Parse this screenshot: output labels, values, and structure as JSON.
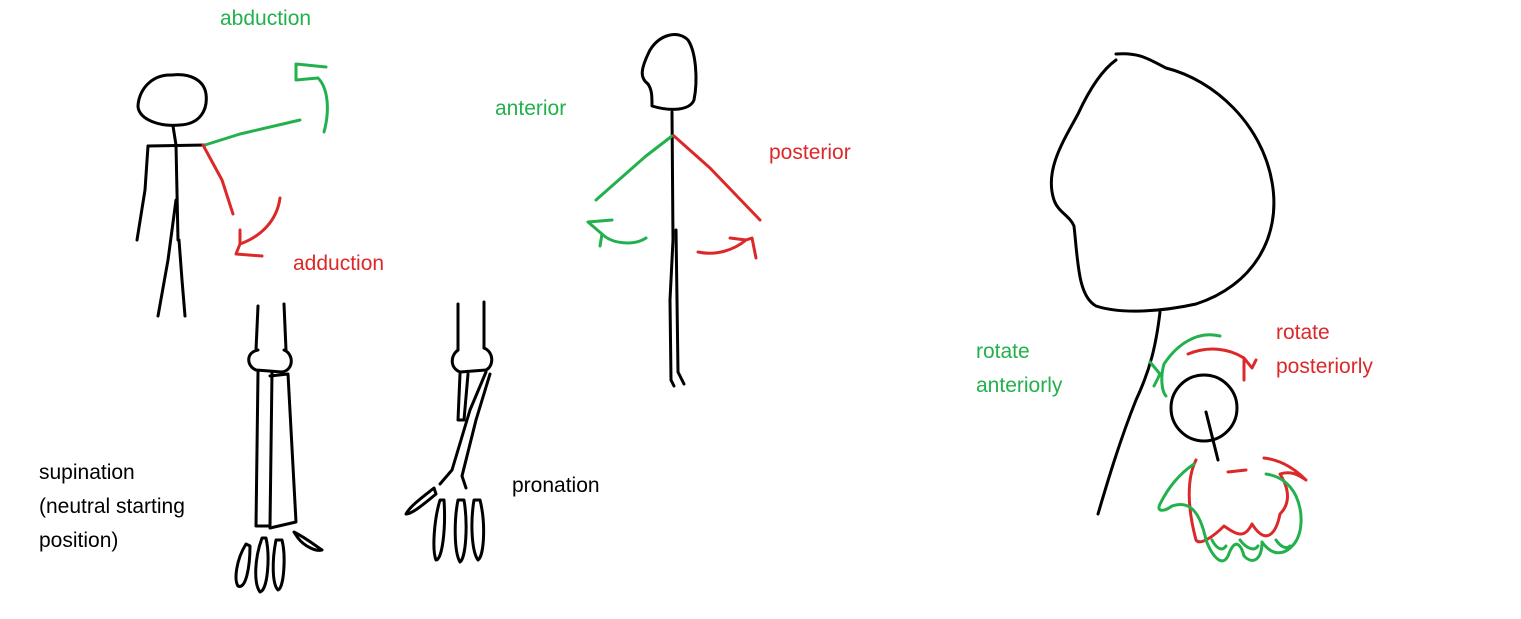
{
  "labels": {
    "abduction": "abduction",
    "adduction": "adduction",
    "anterior": "anterior",
    "posterior": "posterior",
    "supination_line1": "supination",
    "supination_line2": "(neutral starting",
    "supination_line3": "position)",
    "pronation": "pronation",
    "rotate_anteriorly_line1": "rotate",
    "rotate_anteriorly_line2": "anteriorly",
    "rotate_posteriorly_line1": "rotate",
    "rotate_posteriorly_line2": "posteriorly"
  },
  "colors": {
    "green": "#22b14c",
    "red": "#dc2828",
    "black": "#000000"
  }
}
